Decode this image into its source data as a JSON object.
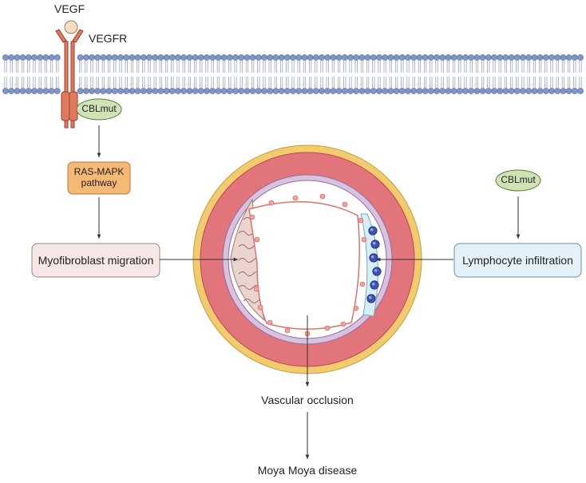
{
  "receptor": {
    "ligand_label": "VEGF",
    "receptor_label": "VEGFR",
    "mutation_label": "CBLmut"
  },
  "pathway": {
    "label_line1": "RAS-MAPK",
    "label_line2": "pathway"
  },
  "left_effect": {
    "label": "Myofibroblast migration"
  },
  "right_cause": {
    "mutation_label": "CBLmut"
  },
  "right_effect": {
    "label": "Lymphocyte infiltration"
  },
  "outcome": {
    "occlusion_label": "Vascular occlusion",
    "disease_label": "Moya Moya disease"
  },
  "colors": {
    "membrane_head": "#7f95c7",
    "receptor": "#e07a5f",
    "ligand": "#f6dcc0",
    "mutation_fill": "#cfe3b4",
    "pathway_fill": "#f5b977",
    "left_box_fill": "#f7e6e6",
    "right_box_fill": "#e4f1f9",
    "adventitia": "#f1cb6e",
    "media": "#e2757b",
    "elastic_lamina": "#d9c2e0",
    "lymphocyte": "#3c53b0"
  }
}
